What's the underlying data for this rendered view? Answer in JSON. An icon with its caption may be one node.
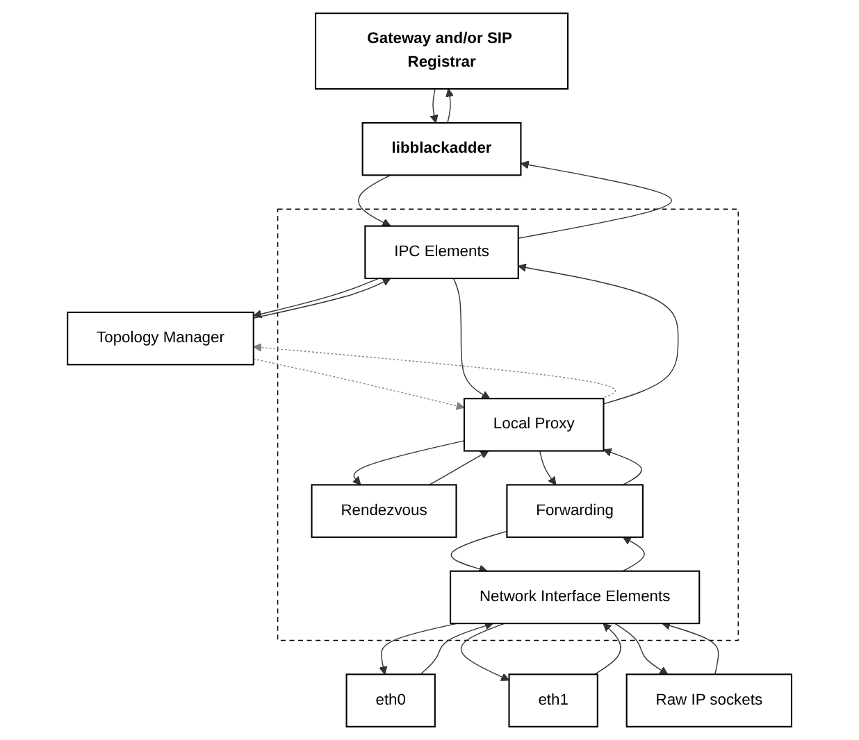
{
  "diagram": {
    "nodes": [
      {
        "text": [
          "Gateway and/or SIP Registrar"
        ]
      },
      {
        "text": [
          "libblackadder"
        ]
      },
      {
        "text": [],
        "shape": "box"
      },
      {
        "text": [
          "IPC Elements"
        ],
        "in": 2
      },
      {
        "text": [
          "Topology Manager"
        ]
      },
      {
        "text": [
          "Rendezvous"
        ],
        "in": 2
      },
      {
        "text": [
          "Local Proxy"
        ],
        "in": 2
      },
      {
        "text": [
          "Forwarding"
        ],
        "in": 2
      },
      {
        "text": [
          "Network Interface Elements"
        ],
        "in": 2
      },
      {
        "text": [
          "eth0"
        ]
      },
      {
        "text": [
          "eth1"
        ]
      },
      {
        "text": [
          "Raw IP sockets"
        ]
      }
    ],
    "edges": [
      {
        "from": 1,
        "to": 0,
        "arrow": "to"
      },
      {
        "from": 0,
        "to": 1,
        "arrow": "to"
      },
      {
        "from": 3,
        "to": 1,
        "arrow": "to"
      },
      {
        "from": 1,
        "to": 3,
        "arrow": "to"
      },
      {
        "from": 3,
        "to": 4,
        "arrow": "to"
      },
      {
        "from": 4,
        "to": 3,
        "arrow": "to"
      },
      {
        "from": 6,
        "to": 4,
        "arrow": "to",
        "style": "dashed",
        "color": "#808080"
      },
      {
        "from": 4,
        "to": 6,
        "arrow": "to",
        "style": "dashed",
        "color": "#808080"
      },
      {
        "from": 6,
        "to": 3,
        "arrow": "to"
      },
      {
        "from": 3,
        "to": 6,
        "arrow": "to"
      },
      {
        "from": 5,
        "to": 6,
        "arrow": "to"
      },
      {
        "from": 6,
        "to": 5,
        "arrow": "to"
      },
      {
        "from": 7,
        "to": 6,
        "arrow": "to"
      },
      {
        "from": 6,
        "to": 7,
        "arrow": "to"
      },
      {
        "from": 8,
        "to": 7,
        "arrow": "to"
      },
      {
        "from": 7,
        "to": 8,
        "arrow": "to"
      },
      {
        "from": 9,
        "to": 8,
        "arrow": "to"
      },
      {
        "from": 8,
        "to": 9,
        "arrow": "to"
      },
      {
        "from": 10,
        "to": 8,
        "arrow": "to"
      },
      {
        "from": 8,
        "to": 10,
        "arrow": "to"
      },
      {
        "from": 11,
        "to": 8,
        "arrow": "to"
      },
      {
        "from": 8,
        "to": 11,
        "arrow": "to"
      }
    ]
  }
}
